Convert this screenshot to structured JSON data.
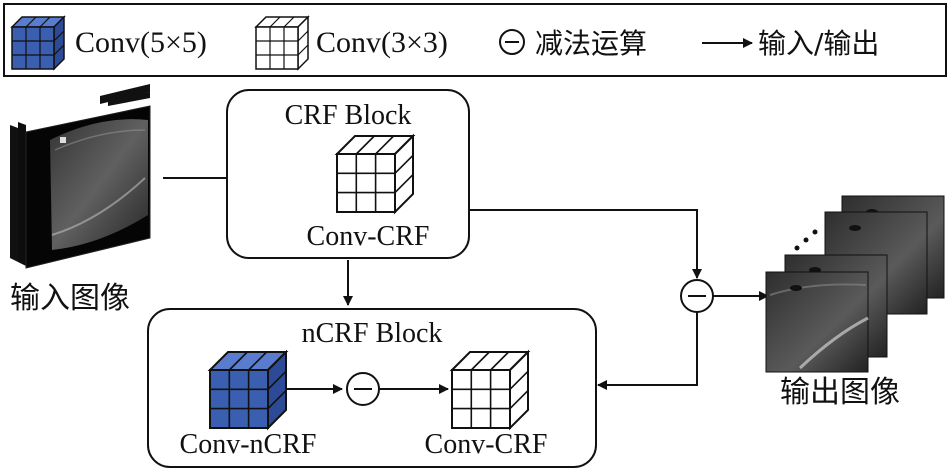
{
  "legend": {
    "conv5_label": "Conv(5×5)",
    "conv3_label": "Conv(3×3)",
    "subtract_label": "减法运算",
    "io_label": "输入/输出"
  },
  "crf_block": {
    "title": "CRF Block",
    "conv_label": "Conv-CRF"
  },
  "ncrf_block": {
    "title": "nCRF Block",
    "conv1_label": "Conv-nCRF",
    "conv2_label": "Conv-CRF"
  },
  "input_label": "输入图像",
  "output_label": "输出图像",
  "colors": {
    "blue_cube": "#3b5fb0",
    "line": "#111111"
  }
}
